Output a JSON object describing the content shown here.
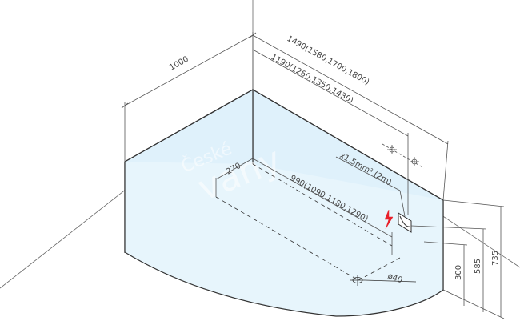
{
  "dimensions": {
    "depth": "1000",
    "overall_length": "1490(1580,1700,1800)",
    "wall_length": "1190(1260,1350,1430)",
    "offset": "270",
    "drain_distance": "990(1090,1180,1290)",
    "cable": "x1,5mm² (2m)",
    "drain_diameter": "ø40",
    "height_300": "300",
    "height_585": "585",
    "height_735": "735"
  },
  "watermark": {
    "line1": "České",
    "line2": "vany"
  },
  "colors": {
    "tub_fill": "#dff1fb",
    "tub_fill_light": "#eef8fd",
    "outline": "#333333",
    "dim_line": "#555555",
    "electric": "#e8202a"
  }
}
